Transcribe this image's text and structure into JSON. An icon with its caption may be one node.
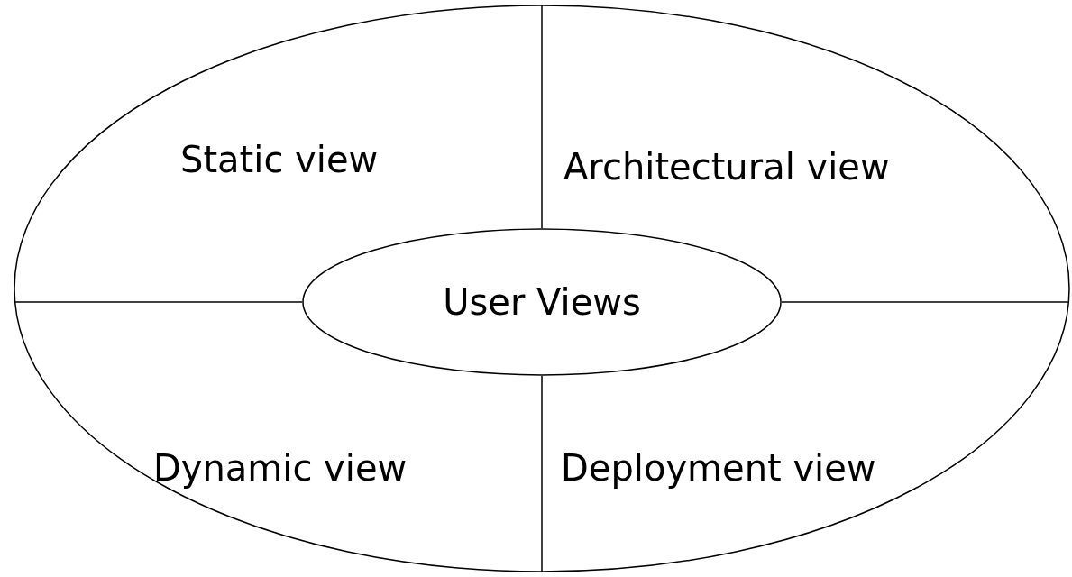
{
  "diagram": {
    "nodes": [
      {
        "text": [],
        "shape": "ellipse"
      },
      {
        "text": [
          "Static view"
        ],
        "in": 0
      },
      {
        "text": [
          "Architectural view"
        ],
        "in": 0
      },
      {
        "text": [
          "User Views"
        ],
        "in": 0
      },
      {
        "text": [
          "Dynamic view"
        ],
        "in": 0
      },
      {
        "text": [
          "Deployment view"
        ],
        "in": 0
      }
    ]
  }
}
